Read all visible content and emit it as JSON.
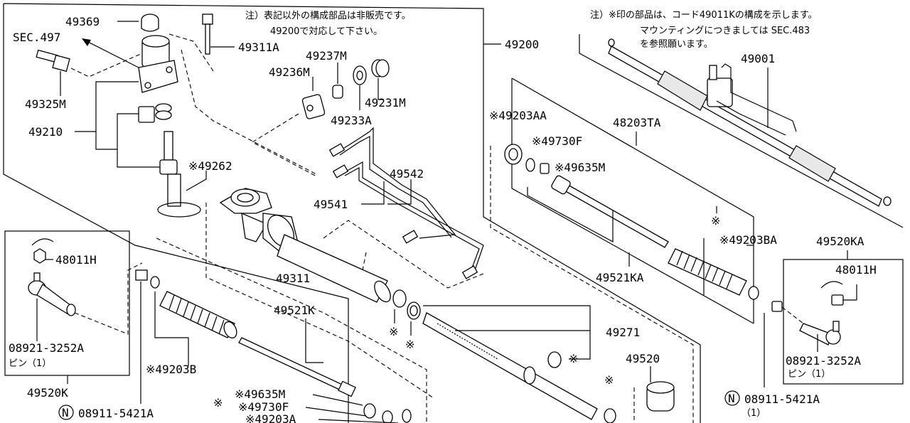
{
  "notes": {
    "top_center_line1": "注）表記以外の構成部品は非販売です。",
    "top_center_line2": "49200で対応して下さい。",
    "top_right_line1": "注）※印の部品は、コード49011Kの構成を示します。",
    "top_right_line2": "マウンティングにつきましては SEC.483",
    "top_right_line3": "を参照願います。"
  },
  "labels": {
    "p49369": "49369",
    "sec497": "SEC.497",
    "p49311A": "49311A",
    "p49325M": "49325M",
    "p49210": "49210",
    "p49237M": "49237M",
    "p49236M": "49236M",
    "p49231M": "49231M",
    "p49233A": "49233A",
    "p49200": "49200",
    "p49262": "※49262",
    "p49541": "49541",
    "p49542": "49542",
    "p49311": "49311",
    "p48011H_left": "48011H",
    "p08921_left": "08921-3252A",
    "pin_left": "ピン（1）",
    "p49520K": "49520K",
    "n08911_left": "08911-5421A",
    "p49203B": "※49203B",
    "p49521K": "49521K",
    "p49635M_bottom": "※49635M",
    "p49730F_bottom": "※49730F",
    "p49203A": "※49203A",
    "p49271": "49271",
    "p49520": "49520",
    "p49001": "49001",
    "p48203TA": "48203TA",
    "p49203AA": "※49203AA",
    "p49730F_right": "※49730F",
    "p49635M_right": "※49635M",
    "p49203BA": "※49203BA",
    "p49521KA": "49521KA",
    "p49520KA": "49520KA",
    "p48011H_right": "48011H",
    "p08921_right": "08921-3252A",
    "pin_right": "ピン（1）",
    "n08911_right": "08911-5421A",
    "qty_right": "（1）",
    "asterisk": "※",
    "circled_n": "N"
  }
}
